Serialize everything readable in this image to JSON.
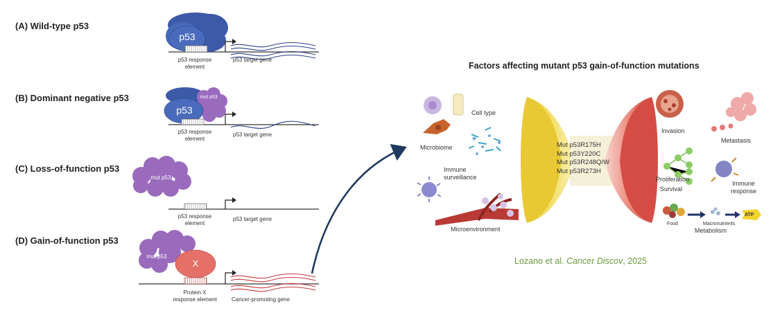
{
  "panels": [
    {
      "label": "(A) Wild-type p53",
      "protein_label": "p53",
      "element_label": "p53 response\nelement",
      "gene_label": "p53 target gene"
    },
    {
      "label": "(B) Dominant negative p53",
      "protein_label": "p53",
      "mut_label": "mut p53",
      "element_label": "p53 response\nelement",
      "gene_label": "p53 target gene"
    },
    {
      "label": "(C) Loss-of-function p53",
      "mut_label": "mut p53",
      "element_label": "p53 response\nelement",
      "gene_label": "p53 target gene"
    },
    {
      "label": "(D) Gain-of-function p53",
      "mut_label": "mut p53",
      "x_label": "X",
      "element_label": "Protein X\nresponse element",
      "gene_label": "Cancer-promoting gene"
    }
  ],
  "right": {
    "title": "Factors affecting mutant p53 gain-of-function mutations",
    "left_factors": {
      "cell_type": "Cell type",
      "microbiome": "Microbiome",
      "immune": "Immune\nsurveillance",
      "microenvironment": "Microenvironment"
    },
    "mutations": [
      "Mut p53R175H",
      "Mut p53Y220C",
      "Mut p53R248Q/W",
      "Mut p53R273H"
    ],
    "right_factors": {
      "invasion": "Invasion",
      "metastasis": "Metastasis",
      "proliferation": "Proliferation",
      "survival": "Survival",
      "immune_response": "Immune\nresponse",
      "food": "Food",
      "macronutrients": "Macronutrients",
      "metabolism": "Metabolism",
      "atp": "ATP"
    },
    "citation_authors": "Lozano et al. ",
    "citation_journal": "Cancer Discov",
    "citation_year": ", 2025"
  },
  "colors": {
    "p53_blue": "#3f5fae",
    "mut_purple": "#9b6bc0",
    "protein_x": "#e06f66",
    "mrna_blue": "#2e3f8a",
    "mrna_red": "#c8383a",
    "funnel_yellow": "#f1d64b",
    "funnel_red": "#d9504a",
    "arrow": "#1f3a5f",
    "citation": "#6a9b3f"
  }
}
